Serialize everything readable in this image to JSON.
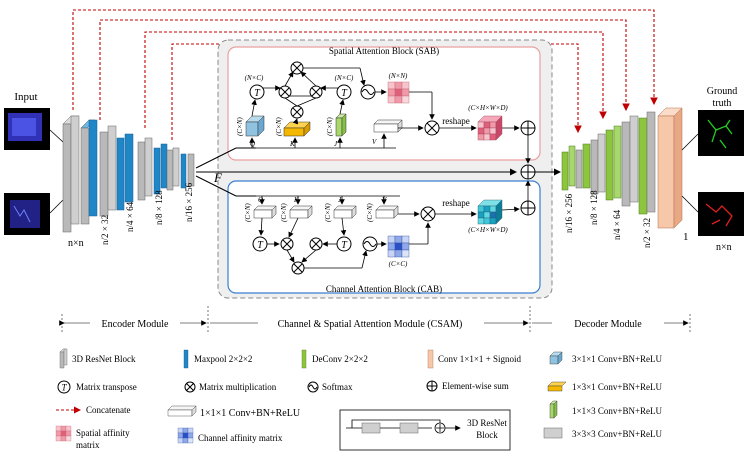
{
  "labels": {
    "input": "Input",
    "ground_truth_1": "Ground",
    "ground_truth_2": "truth",
    "nxn_left": "n×n",
    "nxn_right": "n×n",
    "one": "1",
    "F": "F",
    "sab_title": "Spatial Attention Block (SAB)",
    "cab_title": "Channel  Attention Block (CAB)",
    "reshape_top": "reshape",
    "reshape_bottom": "reshape",
    "dim_NxC_1": "(N×C)",
    "dim_NxC_2": "(N×C)",
    "dim_NxN": "(N×N)",
    "dim_CxN_Q": "(C×N)",
    "dim_CxN_K": "(C×N)",
    "dim_CxN_J": "(C×N)",
    "dim_CHWD_top": "(C×H×W×D)",
    "dim_CHWD_bottom": "(C×H×W×D)",
    "dim_CxC": "(C×C)",
    "cab_dim_Q": "(C×N)",
    "cab_dim_K": "(C×N)",
    "cab_dim_J": "(C×N)",
    "cab_dim_V": "(C×N)",
    "Q": "Q",
    "K": "K",
    "J": "J",
    "V": "V",
    "Q2": "Q",
    "K2": "K",
    "J2": "J",
    "V2": "V",
    "T": "T"
  },
  "encoder_sizes": [
    "n/2 × 32",
    "n/4 × 64",
    "n/8 × 128",
    "n/16 × 256"
  ],
  "decoder_sizes": [
    "n/16 × 256",
    "n/8 × 128",
    "n/4 × 64",
    "n/2 × 32"
  ],
  "modules": {
    "encoder": "Encoder Module",
    "csam": "Channel & Spatial Attention Module (CSAM)",
    "decoder": "Decoder Module"
  },
  "legend": {
    "resnet_block": "3D ResNet Block",
    "maxpool": "Maxpool 2×2×2",
    "deconv": "DeConv 2×2×2",
    "conv_sigmoid": "Conv 1×1×1 + Signoid",
    "conv311": "3×1×1 Conv+BN+ReLU",
    "conv131": "1×3×1 Conv+BN+ReLU",
    "conv113": "1×1×3 Conv+BN+ReLU",
    "conv333": "3×3×3 Conv+BN+ReLU",
    "transpose": "Matrix transpose",
    "matmul": "Matrix multiplication",
    "softmax": "Softmax",
    "elementwise": "Element-wise sum",
    "concatenate": "Concatenate",
    "conv111": "1×1×1 Conv+BN+ReLU",
    "spatial_affinity_1": "Spatial affinity",
    "spatial_affinity_2": "matrix",
    "channel_affinity": "Channel affinity matrix",
    "resnet_diagram_1": "3D ResNet",
    "resnet_diagram_2": "Block"
  },
  "colors": {
    "gray_block": "#b9b9b9",
    "maxpool_blue": "#1f86c8",
    "deconv_green": "#8cc63f",
    "conv_sigmoid_peach": "#f6c7a8",
    "concat_red": "#c00000",
    "sab_border": "#e9a0a0",
    "cab_border": "#3a7fd0",
    "csam_bg": "#efefef",
    "light_blue": "#8fc3e0",
    "orange": "#f5b800",
    "light_green": "#a8d86c"
  }
}
